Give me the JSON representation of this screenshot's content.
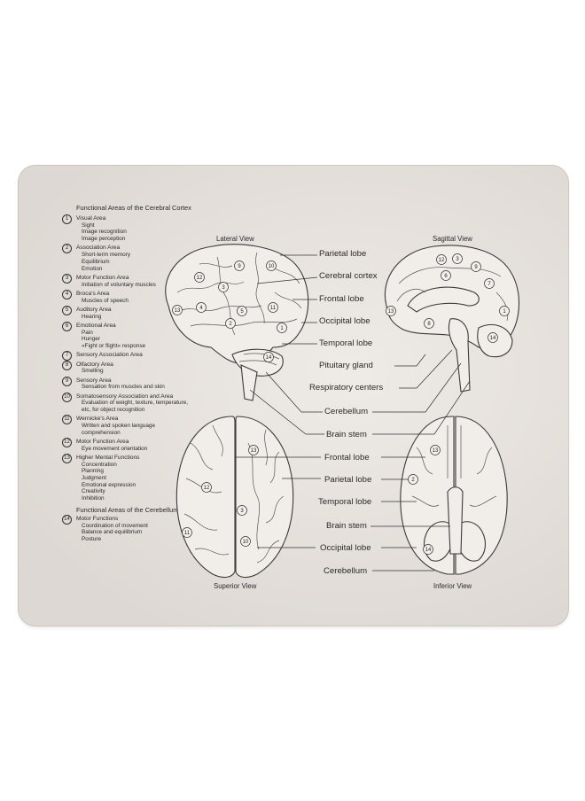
{
  "legend": {
    "heading": "Functional Areas of the Cerebral Cortex",
    "heading2": "Functional Areas of the Cerebellum",
    "items": [
      {
        "n": "1",
        "title": "Visual Area",
        "sub": [
          "Sight",
          "Image recognition",
          "Image perception"
        ]
      },
      {
        "n": "2",
        "title": "Association Area",
        "sub": [
          "Short-term memory",
          "Equilibrium",
          "Emotion"
        ]
      },
      {
        "n": "3",
        "title": "Motor Function Area",
        "sub": [
          "Initiation of voluntary muscles"
        ]
      },
      {
        "n": "4",
        "title": "Broca's Area",
        "sub": [
          "Muscles of speech"
        ]
      },
      {
        "n": "5",
        "title": "Auditory Area",
        "sub": [
          "Hearing"
        ]
      },
      {
        "n": "6",
        "title": "Emotional Area",
        "sub": [
          "Pain",
          "Hunger",
          "«Fight or flight» response"
        ]
      },
      {
        "n": "7",
        "title": "Sensory Association Area",
        "sub": []
      },
      {
        "n": "8",
        "title": "Olfactory Area",
        "sub": [
          "Smelling"
        ]
      },
      {
        "n": "9",
        "title": "Sensory Area",
        "sub": [
          "Sensation from muscles and skin"
        ]
      },
      {
        "n": "10",
        "title": "Somatosensory Association and Area",
        "sub": [
          "Evaluation of weight, texture, temperature, etc, for object recognition"
        ]
      },
      {
        "n": "11",
        "title": "Wernicke's Area",
        "sub": [
          "Written and spoken language comprehension"
        ]
      },
      {
        "n": "12",
        "title": "Motor Function Area",
        "sub": [
          "Eye movement orientation"
        ]
      },
      {
        "n": "13",
        "title": "Higher Mental Functions",
        "sub": [
          "Concentration",
          "Planning",
          "Judgment",
          "Emotional expression",
          "Creativity",
          "Inhibition"
        ]
      }
    ],
    "cerebellum_item": {
      "n": "14",
      "title": "Motor Functions",
      "sub": [
        "Coordination of movement",
        "Balance and equilibrium",
        "Posture"
      ]
    }
  },
  "views": {
    "lateral": "Lateral View",
    "sagittal": "Sagittal View",
    "superior": "Superior View",
    "inferior": "Inferior View"
  },
  "labels_top": [
    "Parietal lobe",
    "Cerebral cortex",
    "Frontal lobe",
    "Occipital  lobe",
    "Temporal lobe",
    "Pituitary gland",
    "Respiratory centers",
    "Cerebellum",
    "Brain stem"
  ],
  "labels_bottom": [
    "Frontal lobe",
    "Parietal lobe",
    "Temporal lobe",
    "Brain stem",
    "Occipital lobe",
    "Cerebellum"
  ]
}
